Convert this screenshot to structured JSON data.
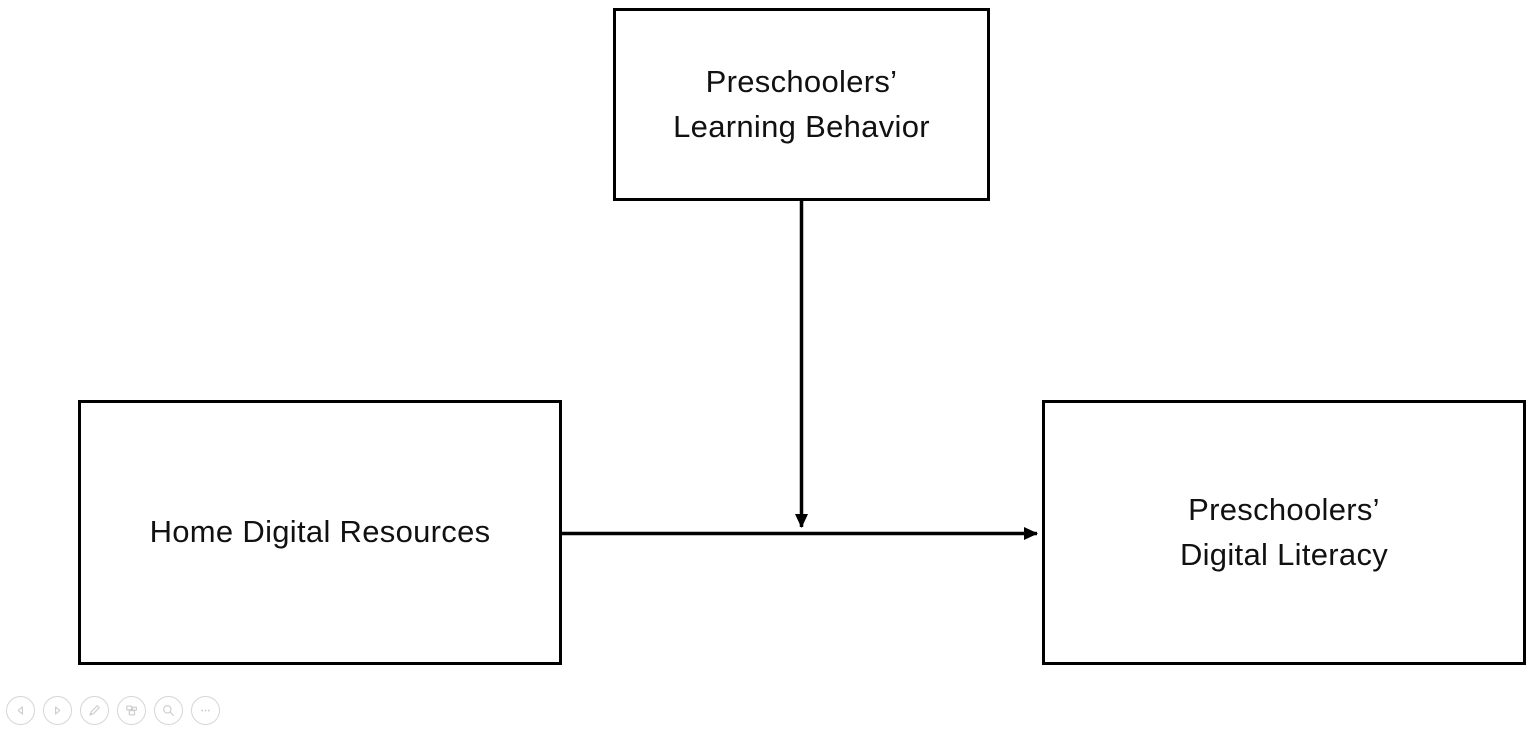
{
  "slide": {
    "background": "#ffffff"
  },
  "diagram": {
    "nodes": [
      {
        "id": "preschoolers-learning-behavior",
        "line1": "Preschoolers’",
        "line2": "Learning Behavior"
      },
      {
        "id": "home-digital-resources",
        "line1": "Home Digital Resources"
      },
      {
        "id": "preschoolers-digital-literacy",
        "line1": "Preschoolers’",
        "line2": "Digital Literacy"
      }
    ],
    "edges": [
      {
        "from": "Home Digital Resources",
        "to": "Preschoolers’ Digital Literacy",
        "type": "direct-arrow"
      },
      {
        "from": "Preschoolers’ Learning Behavior",
        "to": "arrow from Home Digital Resources to Preschoolers’ Digital Literacy",
        "type": "moderation-arrow"
      }
    ],
    "colors": {
      "box_border": "#000000",
      "arrow": "#000000",
      "text": "#111111",
      "fill": "#ffffff"
    }
  },
  "toolbar": {
    "items": [
      {
        "name": "previous-slide"
      },
      {
        "name": "next-slide"
      },
      {
        "name": "pen"
      },
      {
        "name": "see-all-slides"
      },
      {
        "name": "zoom"
      },
      {
        "name": "more-options"
      }
    ],
    "color": "#cccccc"
  }
}
